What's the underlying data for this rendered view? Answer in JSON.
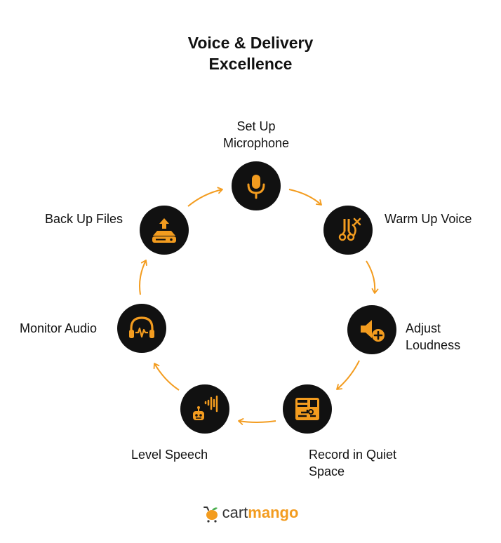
{
  "title": {
    "line1": "Voice & Delivery",
    "line2": "Excellence"
  },
  "accent_color": "#f39c1f",
  "node_color": "#111111",
  "steps": [
    {
      "lines": [
        "Set Up",
        "Microphone"
      ],
      "icon": "microphone-icon"
    },
    {
      "lines": [
        "Warm Up Voice"
      ],
      "icon": "tuning-fork-icon"
    },
    {
      "lines": [
        "Adjust",
        "Loudness"
      ],
      "icon": "volume-plus-icon"
    },
    {
      "lines": [
        "Record in Quiet",
        "Space"
      ],
      "icon": "control-panel-icon"
    },
    {
      "lines": [
        "Level Speech"
      ],
      "icon": "robot-soundwave-icon"
    },
    {
      "lines": [
        "Monitor Audio"
      ],
      "icon": "headphones-icon"
    },
    {
      "lines": [
        "Back Up Files"
      ],
      "icon": "upload-drive-icon"
    }
  ],
  "brand": {
    "part1": "cart",
    "part2": "mango"
  }
}
